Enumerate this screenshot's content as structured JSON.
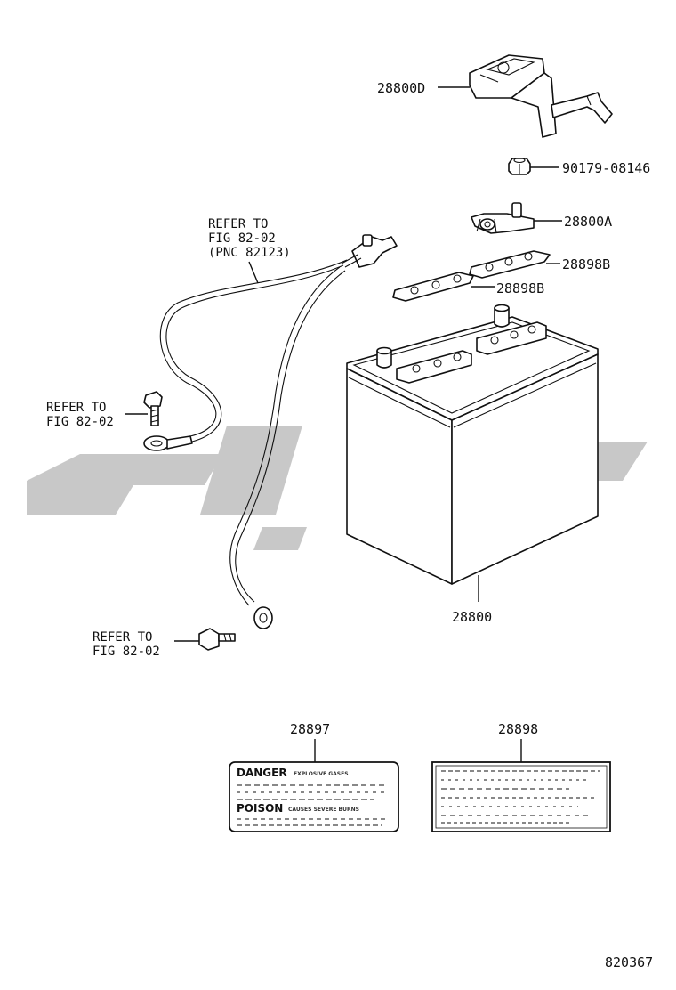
{
  "diagram_id": "820367",
  "colors": {
    "ink": "#111111",
    "watermark": "#c8c8c8",
    "paper": "#ffffff"
  },
  "callouts": {
    "cover": "28800D",
    "nut": "90179-08146",
    "clamp": "28800A",
    "plate_right": "28898B",
    "plate_left": "28898B",
    "battery": "28800",
    "label_danger": "28897",
    "label_info": "28898"
  },
  "references": {
    "cable": {
      "line1": "REFER TO",
      "line2": "FIG 82-02",
      "line3": "(PNC 82123)"
    },
    "bolt_upper": {
      "line1": "REFER TO",
      "line2": "FIG 82-02"
    },
    "bolt_lower": {
      "line1": "REFER TO",
      "line2": "FIG 82-02"
    }
  },
  "danger_label": {
    "danger": "DANGER",
    "danger_sub": "EXPLOSIVE GASES",
    "poison": "POISON",
    "poison_sub": "CAUSES SEVERE BURNS"
  }
}
